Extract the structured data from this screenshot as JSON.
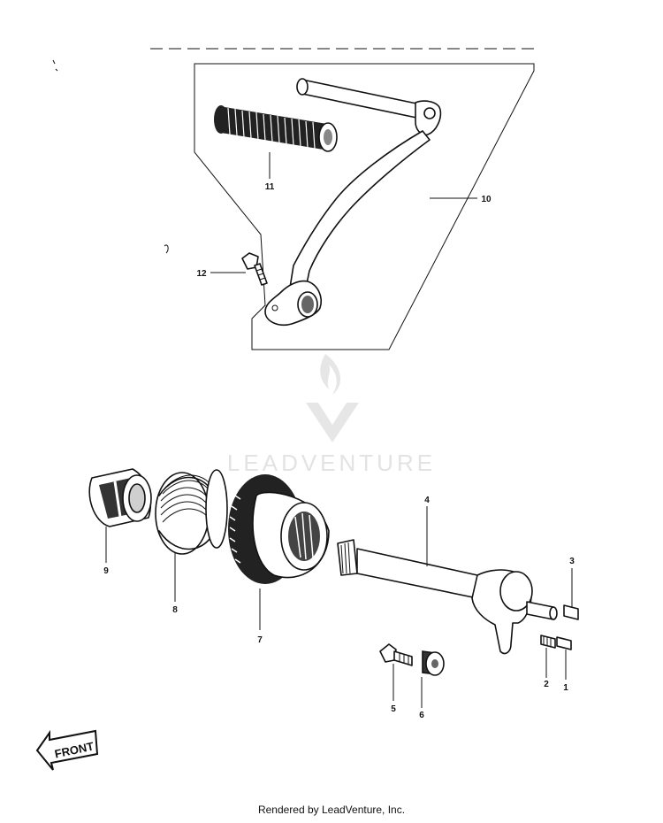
{
  "diagram": {
    "callouts": [
      {
        "id": "c1",
        "label": "1"
      },
      {
        "id": "c2",
        "label": "2"
      },
      {
        "id": "c3",
        "label": "3"
      },
      {
        "id": "c4",
        "label": "4"
      },
      {
        "id": "c5",
        "label": "5"
      },
      {
        "id": "c6",
        "label": "6"
      },
      {
        "id": "c7",
        "label": "7"
      },
      {
        "id": "c8",
        "label": "8"
      },
      {
        "id": "c9",
        "label": "9"
      },
      {
        "id": "c10",
        "label": "10"
      },
      {
        "id": "c11",
        "label": "11"
      },
      {
        "id": "c12",
        "label": "12"
      }
    ],
    "front_label": "FRONT",
    "watermark": "LEADVENTURE"
  },
  "footer": {
    "text": "Rendered by LeadVenture, Inc."
  },
  "colors": {
    "ink": "#111111",
    "watermark": "#e3e3e3"
  }
}
